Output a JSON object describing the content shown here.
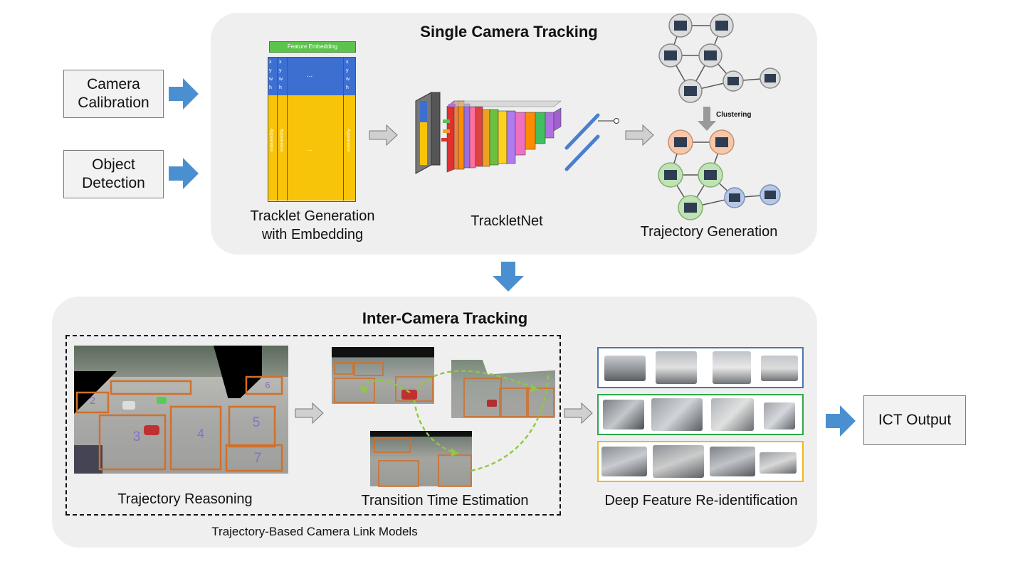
{
  "inputs": {
    "camera_calibration": "Camera\nCalibration",
    "object_detection": "Object\nDetection"
  },
  "single_camera": {
    "title": "Single Camera Tracking",
    "tracklet_caption": "Tracklet Generation\nwith Embedding",
    "feature_embedding_label": "Feature Embedding",
    "trackletnet_caption": "TrackletNet",
    "trajectory_caption": "Trajectory Generation",
    "clustering_label": "Clustering",
    "matrix_row_labels": [
      "x",
      "y",
      "w",
      "h"
    ],
    "matrix_col_label": "Appearance",
    "ellipsis": "..."
  },
  "inter_camera": {
    "title": "Inter-Camera Tracking",
    "trajectory_reasoning_caption": "Trajectory Reasoning",
    "transition_time_caption": "Transition Time Estimation",
    "deep_feature_caption": "Deep Feature Re-identification",
    "camera_link_caption": "Trajectory-Based Camera Link Models",
    "zone_numbers": [
      "2",
      "3",
      "4",
      "5",
      "6",
      "7"
    ]
  },
  "output": {
    "label": "ICT Output"
  },
  "colors": {
    "panel_bg": "#efefef",
    "blue_arrow": "#4a90d0",
    "gray_arrow": "#d0d0d0",
    "zone_orange": "#d0702a",
    "row_blue": "#4f74b0",
    "row_green": "#2ea84a",
    "row_yellow": "#f0b820",
    "matrix_blue": "#3d6fd1",
    "matrix_yellow": "#f8c40a",
    "embed_green": "#5cc44c"
  }
}
